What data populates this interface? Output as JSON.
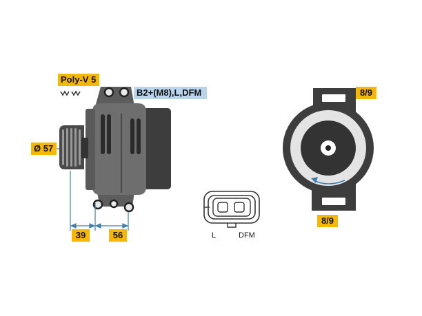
{
  "labels": {
    "belt_type": "Poly-V 5",
    "terminals": "B2+(M8),L,DFM",
    "pulley_diameter": "Ø 57",
    "dim_pulley_to_mount": "39",
    "dim_mount_spacing": "56",
    "mount_hole_top": "8/9",
    "mount_hole_bottom": "8/9",
    "plug_pin_left": "L",
    "plug_pin_right": "DFM"
  },
  "colors": {
    "label_yellow": "#f5b800",
    "label_blue": "#b9d5ee",
    "body_gray": "#6e6e6e",
    "dark_gray": "#3d3d3d",
    "dim_line_blue": "#3f7fb0"
  }
}
